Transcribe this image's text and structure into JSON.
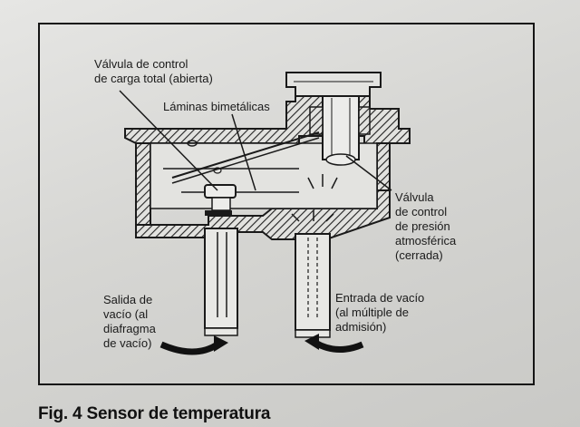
{
  "caption": "Fig. 4 Sensor de temperatura",
  "labels": {
    "total_load_valve": "Válvula de control\nde carga total (abierta)",
    "bimetal": "Láminas bimetálicas",
    "atm_valve": "Válvula\nde control\nde presión\natmosférica\n(cerrada)",
    "vacuum_out": "Salida de\nvacío (al\ndiafragma\nde vacío)",
    "vacuum_in": "Entrada de vacío\n(al múltiple de\nadmisión)"
  },
  "colors": {
    "ink": "#1a1a1a",
    "hatch": "#2a2a2a",
    "paper": "#dcdcd9"
  }
}
